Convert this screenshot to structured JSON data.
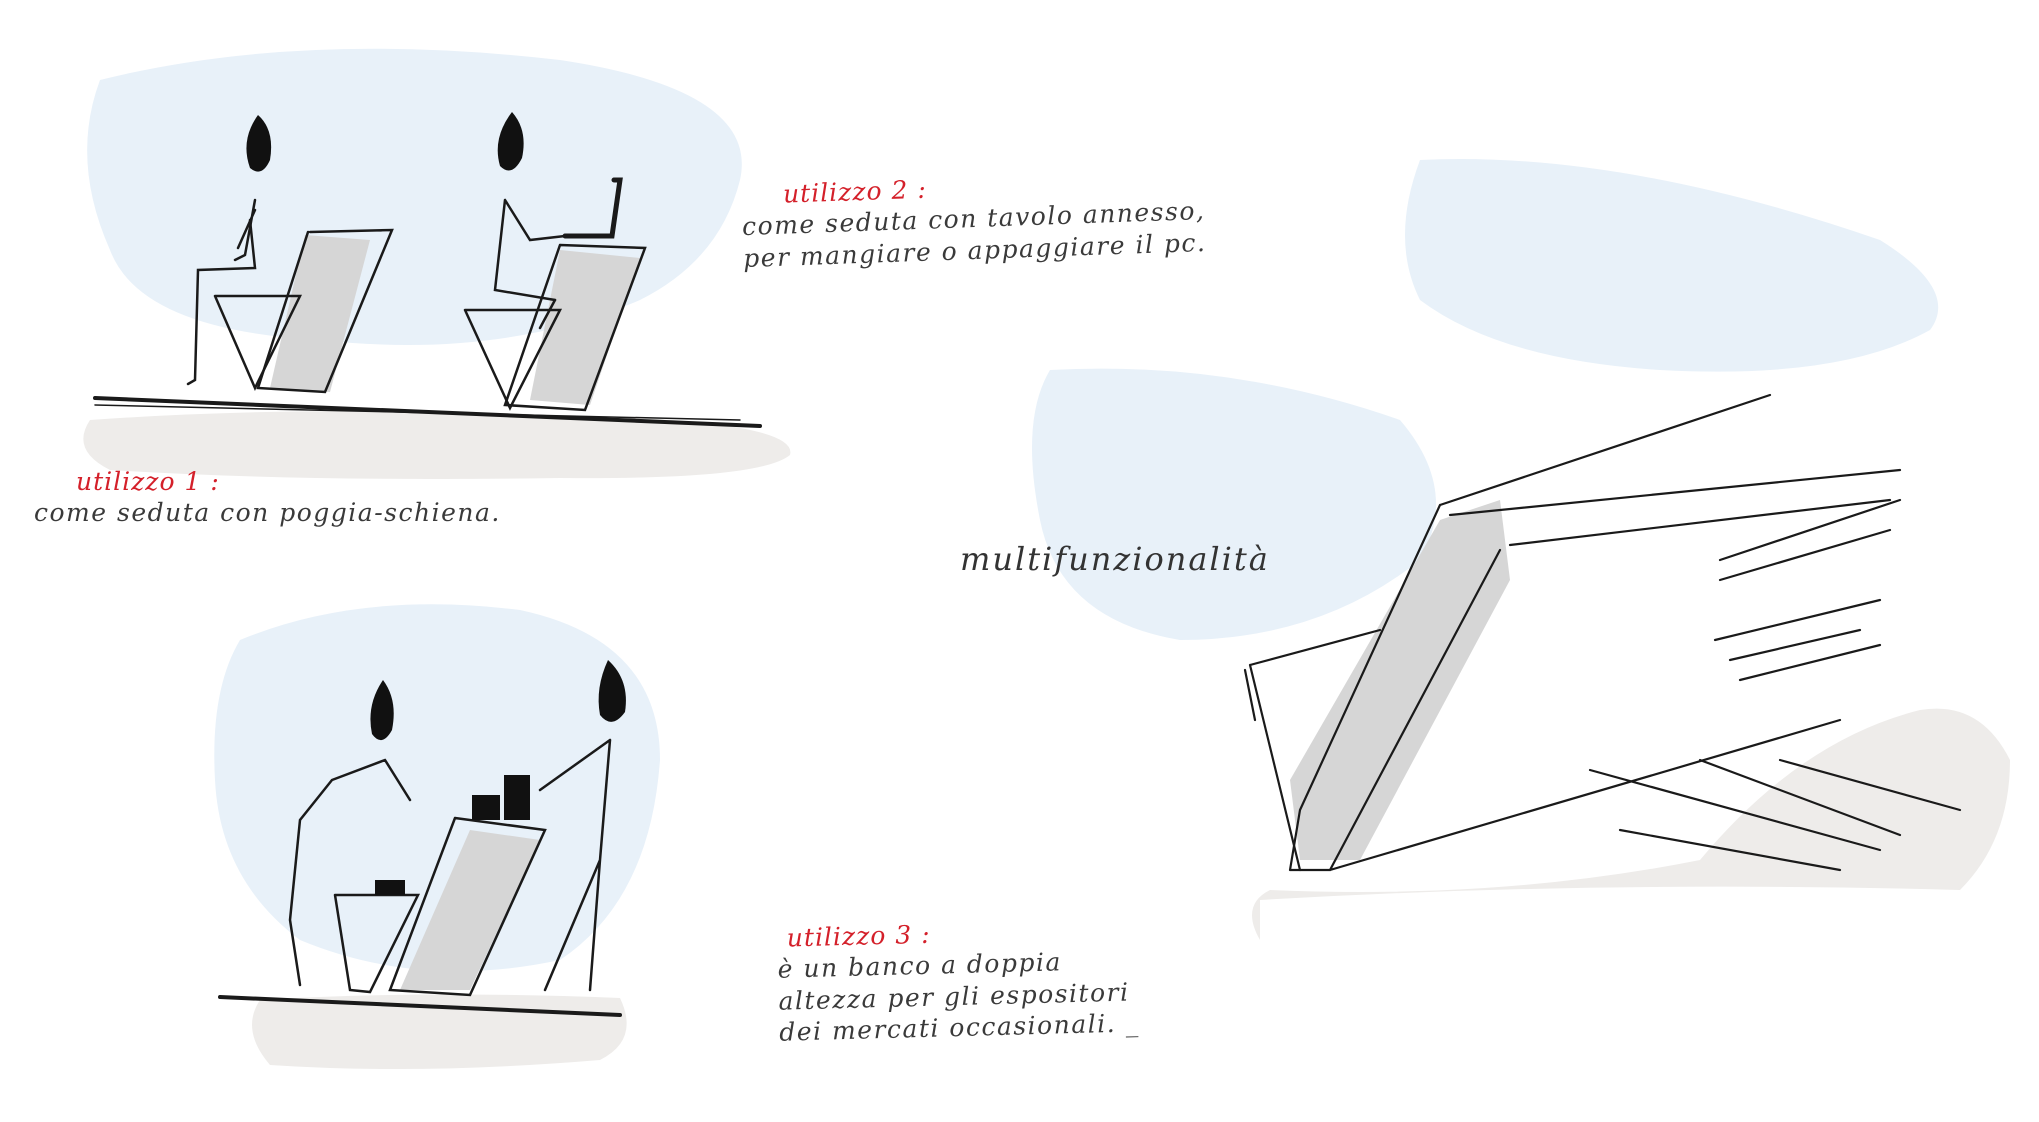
{
  "title": "multifunzionalità",
  "notes": [
    {
      "head": "utilizzo 1 :",
      "body": "come seduta con poggia-schiena."
    },
    {
      "head": "utilizzo 2 :",
      "body": "come seduta con tavolo annesso,\nper mangiare o appaggiare il pc."
    },
    {
      "head": "utilizzo 3 :",
      "body": "è un banco a doppia\naltezza per gli espositori\ndei mercati occasionali. _"
    }
  ],
  "colors": {
    "accent": "#d4202a",
    "ink": "#1a1a1a",
    "wash_blue": "#e8f1f9",
    "wash_grey": "#eeecea",
    "shade": "#d6d6d6"
  }
}
